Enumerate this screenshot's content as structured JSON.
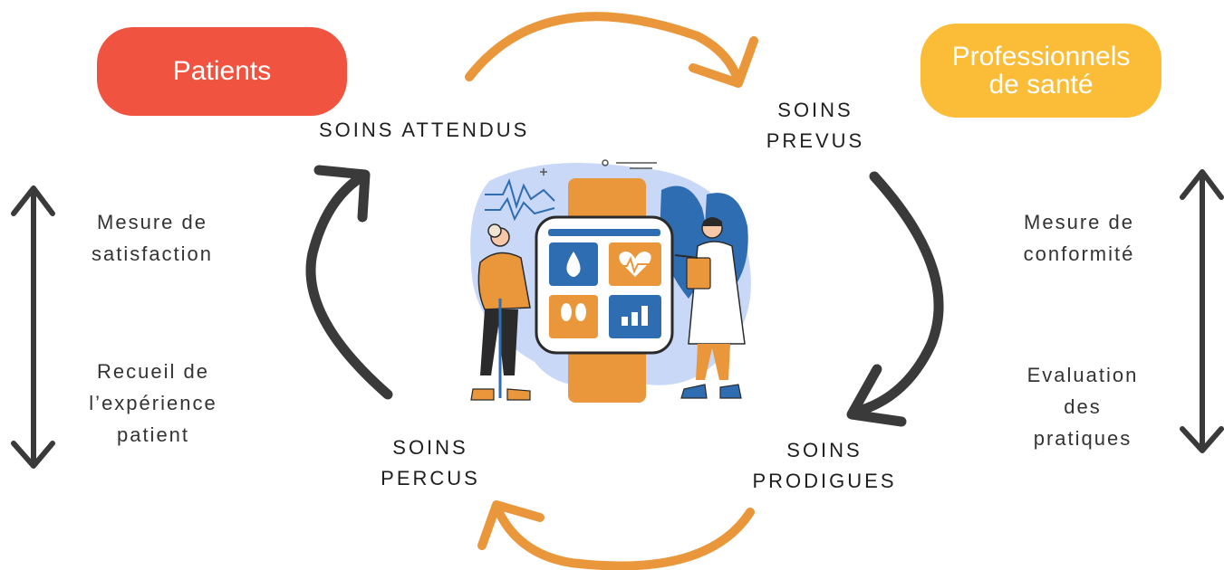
{
  "badges": {
    "patients": "Patients",
    "professionals_line1": "Professionnels",
    "professionals_line2": "de santé"
  },
  "cycle": {
    "expected": "SOINS ATTENDUS",
    "planned_line1": "SOINS",
    "planned_line2": "PREVUS",
    "delivered_line1": "SOINS",
    "delivered_line2": "PRODIGUES",
    "perceived_line1": "SOINS",
    "perceived_line2": "PERCUS"
  },
  "left_side": {
    "measure_line1": "Mesure de",
    "measure_line2": "satisfaction",
    "collect_line1": "Recueil de",
    "collect_line2": "l’expérience",
    "collect_line3": "patient"
  },
  "right_side": {
    "measure_line1": "Mesure de",
    "measure_line2": "conformité",
    "eval_line1": "Evaluation",
    "eval_line2": "des",
    "eval_line3": "pratiques"
  },
  "colors": {
    "patients": "#f0533f",
    "professionals": "#fbbd38",
    "orange_arrow": "#e9973a",
    "dark_arrow": "#3a3a3a",
    "blue": "#2f6db3",
    "light_blue": "#c8d8f6"
  },
  "illustration": "smartwatch-health-icon"
}
